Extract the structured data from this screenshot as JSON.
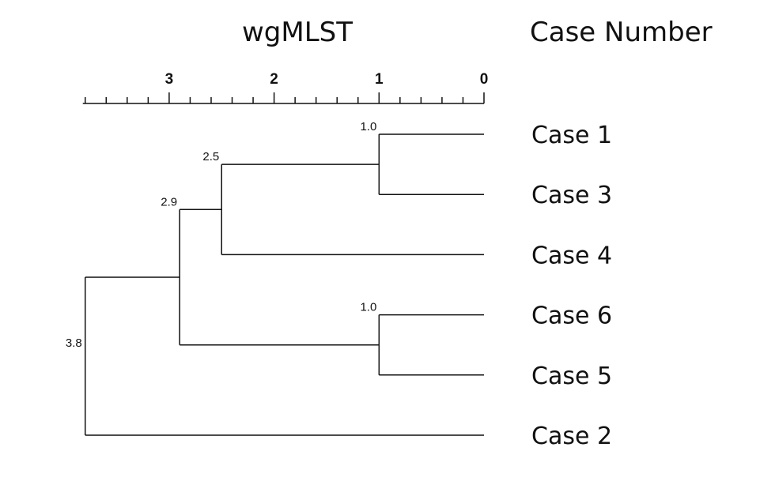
{
  "title": "wgMLST",
  "column_header": "Case Number",
  "axis": {
    "min": 0,
    "max": 3.8,
    "major_ticks": [
      3,
      2,
      1,
      0
    ],
    "minor_step": 0.2
  },
  "leaves": [
    "Case 1",
    "Case 3",
    "Case 4",
    "Case 6",
    "Case 5",
    "Case 2"
  ],
  "nodes": [
    {
      "id": "n1",
      "children": [
        "Case 1",
        "Case 3"
      ],
      "height": 1.0,
      "label": "1.0"
    },
    {
      "id": "n2",
      "children": [
        "n1",
        "Case 4"
      ],
      "height": 2.5,
      "label": "2.5"
    },
    {
      "id": "n3",
      "children": [
        "Case 6",
        "Case 5"
      ],
      "height": 1.0,
      "label": "1.0"
    },
    {
      "id": "n4",
      "children": [
        "n2",
        "n3"
      ],
      "height": 2.9,
      "label": "2.9"
    },
    {
      "id": "n5",
      "children": [
        "n4",
        "Case 2"
      ],
      "height": 3.8,
      "label": "3.8"
    }
  ]
}
